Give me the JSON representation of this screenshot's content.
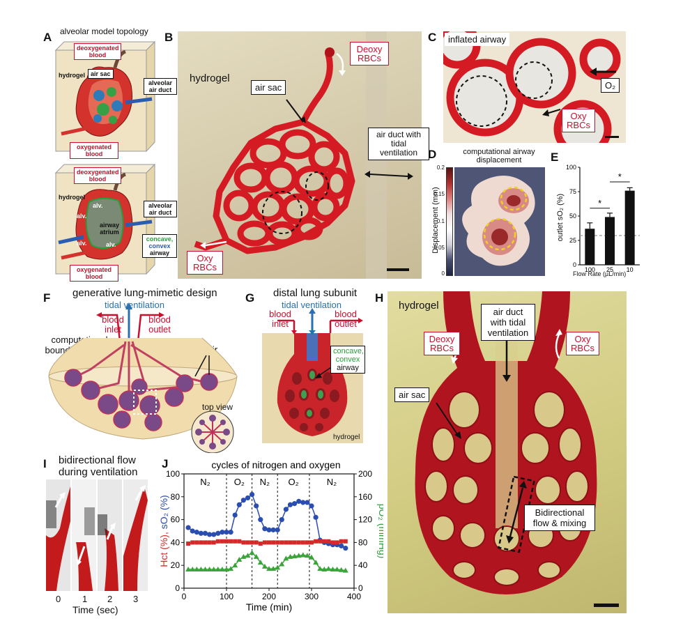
{
  "panels": {
    "A": {
      "letter": "A",
      "title": "alveolar model topology",
      "top": {
        "deoxy": "deoxygenated blood",
        "hydrogel": "hydrogel",
        "air_sac": "air sac",
        "duct": "alveolar air duct",
        "oxy": "oxygenated blood"
      },
      "bottom": {
        "deoxy": "deoxygenated blood",
        "hydrogel": "hydrogel",
        "alv": "alv.",
        "atrium": "airway atrium",
        "duct": "alveolar air duct",
        "concave1": "concave,",
        "concave2": "convex",
        "concave3": "airway",
        "oxy": "oxygenated blood"
      }
    },
    "B": {
      "letter": "B",
      "hydrogel": "hydrogel",
      "deoxy": "Deoxy RBCs",
      "air_sac": "air sac",
      "duct": "air duct with tidal ventilation",
      "oxy": "Oxy RBCs"
    },
    "C": {
      "letter": "C",
      "inflated": "inflated airway",
      "o2": "O₂",
      "oxy": "Oxy RBCs"
    },
    "D": {
      "letter": "D",
      "title": "computational airway displacement",
      "axis": "Displacement (mm)",
      "ticks": [
        "0.2",
        "0.15",
        "0.1",
        "0.05",
        "0"
      ]
    },
    "E": {
      "letter": "E",
      "ylabel": "outlet sO₂ (%)",
      "xlabel": "Flow Rate (µL/min)",
      "sig": "*"
    },
    "F": {
      "letter": "F",
      "title": "generative lung-mimetic design",
      "tidal": "tidal ventilation",
      "inlet": "blood inlet",
      "outlet": "blood outlet",
      "bounding": "computational bounding volume",
      "air_sacs": "air sacs",
      "top_view": "top view"
    },
    "G": {
      "letter": "G",
      "title": "distal lung subunit",
      "tidal": "tidal ventilation",
      "inlet": "blood inlet",
      "outlet": "blood outlet",
      "concave1": "concave,",
      "concave2": "convex",
      "concave3": "airway",
      "hydrogel": "hydrogel"
    },
    "H": {
      "letter": "H",
      "hydrogel": "hydrogel",
      "duct": "air duct with tidal ventilation",
      "deoxy": "Deoxy RBCs",
      "oxy": "Oxy RBCs",
      "air_sac": "air sac",
      "bidir": "Bidirectional flow & mixing"
    },
    "I": {
      "letter": "I",
      "title1": "bidirectional flow",
      "title2": "during ventilation",
      "frames": [
        "0",
        "1",
        "2",
        "3"
      ],
      "xlabel": "Time (sec)"
    },
    "J": {
      "letter": "J",
      "title": "cycles of nitrogen and oxygen",
      "xlabel": "Time (min)",
      "ylabel_left_hct": "Hct (%),",
      "ylabel_left_so2": "sO₂ (%)",
      "ylabel_right": "pO₂ (mmHg)",
      "phases": [
        "N₂",
        "O₂",
        "N₂",
        "O₂",
        "N₂"
      ]
    }
  },
  "chart_data": [
    {
      "type": "bar",
      "panel": "E",
      "categories": [
        "100",
        "25",
        "10"
      ],
      "values": [
        37,
        49,
        76
      ],
      "errors": [
        6,
        4,
        3
      ],
      "ylabel": "outlet sO₂ (%)",
      "xlabel": "Flow Rate (µL/min)",
      "ylim": [
        0,
        100
      ],
      "yticks": [
        0,
        25,
        50,
        75,
        100
      ],
      "reference_line": 30,
      "annotations": [
        "*",
        "*"
      ],
      "colors": {
        "bar": "#111111",
        "ref": "#999999"
      }
    },
    {
      "type": "line",
      "panel": "J",
      "title": "cycles of nitrogen and oxygen",
      "xlabel": "Time (min)",
      "xlim": [
        0,
        400
      ],
      "xticks": [
        0,
        100,
        200,
        300,
        400
      ],
      "ylim_left": [
        0,
        100
      ],
      "yticks_left": [
        0,
        20,
        40,
        60,
        80,
        100
      ],
      "ylim_right": [
        0,
        200
      ],
      "yticks_right": [
        0,
        40,
        80,
        120,
        160,
        200
      ],
      "phase_boundaries": [
        100,
        160,
        220,
        295
      ],
      "series": [
        {
          "name": "sO₂",
          "axis": "left",
          "color": "#2a4db0",
          "marker": "circle",
          "x": [
            10,
            20,
            30,
            40,
            50,
            60,
            70,
            80,
            90,
            100,
            110,
            120,
            130,
            140,
            150,
            160,
            170,
            180,
            190,
            200,
            210,
            220,
            230,
            240,
            250,
            260,
            270,
            280,
            290,
            300,
            310,
            320,
            330,
            340,
            350,
            360,
            370,
            380
          ],
          "y": [
            53,
            50,
            49,
            48,
            48,
            47,
            47,
            48,
            49,
            49,
            49,
            64,
            73,
            77,
            79,
            82,
            72,
            60,
            52,
            51,
            51,
            51,
            60,
            69,
            73,
            74,
            76,
            75,
            75,
            72,
            62,
            42,
            40,
            39,
            38,
            38,
            37,
            35
          ]
        },
        {
          "name": "Hct",
          "axis": "left",
          "color": "#d42a2a",
          "marker": "square",
          "x": [
            10,
            20,
            30,
            40,
            50,
            60,
            70,
            80,
            90,
            100,
            110,
            120,
            130,
            140,
            150,
            160,
            170,
            180,
            190,
            200,
            210,
            220,
            230,
            240,
            250,
            260,
            270,
            280,
            290,
            300,
            310,
            320,
            330,
            340,
            350,
            360,
            370,
            380
          ],
          "y": [
            39,
            40,
            40,
            40,
            40,
            40,
            40,
            41,
            41,
            41,
            41,
            41,
            41,
            40,
            40,
            40,
            40,
            39,
            40,
            40,
            40,
            40,
            40,
            40,
            40,
            40,
            40,
            40,
            40,
            40,
            41,
            41,
            41,
            41,
            40,
            40,
            41,
            41
          ]
        },
        {
          "name": "pO₂",
          "axis": "right",
          "color": "#3aa33a",
          "marker": "triangle",
          "x": [
            10,
            20,
            30,
            40,
            50,
            60,
            70,
            80,
            90,
            100,
            110,
            120,
            130,
            140,
            150,
            160,
            170,
            180,
            190,
            200,
            210,
            220,
            230,
            240,
            250,
            260,
            270,
            280,
            290,
            300,
            310,
            320,
            330,
            340,
            350,
            360,
            370,
            380
          ],
          "y": [
            33,
            33,
            33,
            33,
            33,
            33,
            33,
            33,
            33,
            33,
            34,
            40,
            50,
            55,
            57,
            62,
            55,
            45,
            38,
            34,
            34,
            36,
            42,
            52,
            55,
            56,
            57,
            58,
            57,
            54,
            45,
            34,
            33,
            34,
            33,
            33,
            32,
            31
          ]
        }
      ]
    }
  ],
  "colors": {
    "red": "#c8102e",
    "blue": "#2a6fb0",
    "green": "#2a9d3a",
    "gel": "#e9d9a8"
  }
}
